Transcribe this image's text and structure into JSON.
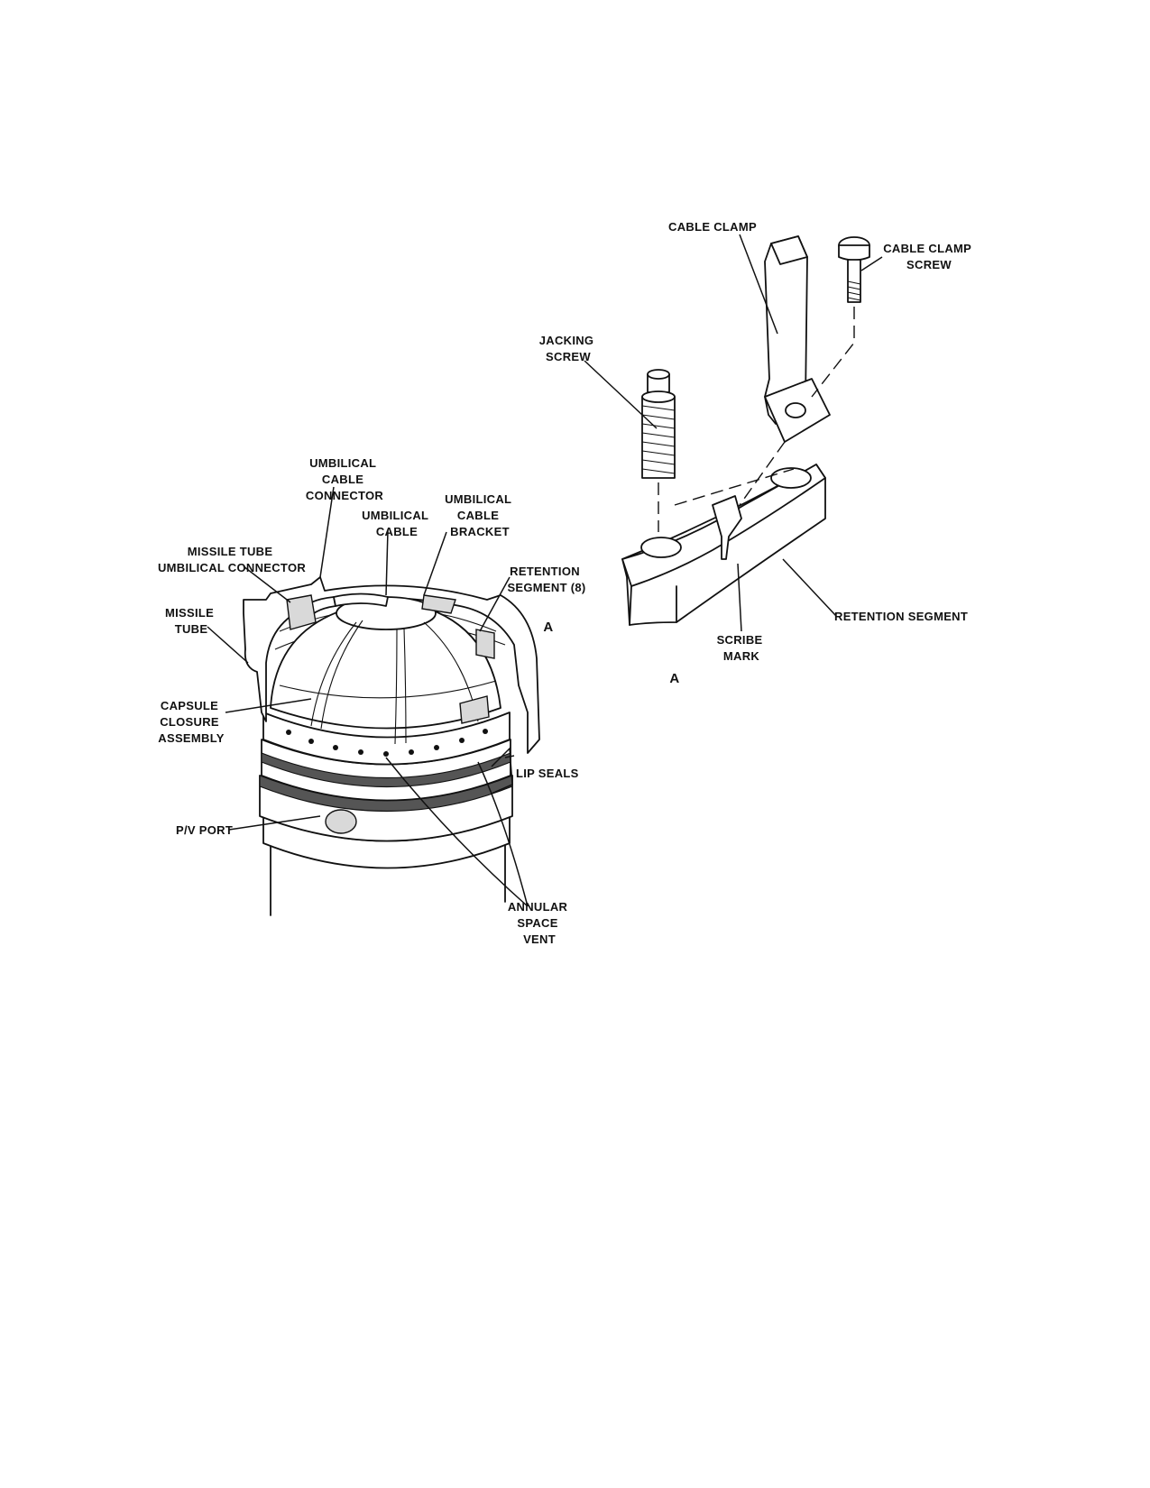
{
  "left_figure": {
    "labels": {
      "umbilical_cable_connector": [
        "UMBILICAL",
        "CABLE",
        "CONNECTOR"
      ],
      "umbilical_cable": [
        "UMBILICAL",
        "CABLE"
      ],
      "umbilical_cable_bracket": [
        "UMBILICAL",
        "CABLE",
        "BRACKET"
      ],
      "missile_tube_umbilical_connector": [
        "MISSILE TUBE",
        "UMBILICAL CONNECTOR"
      ],
      "retention_segment_8": [
        "RETENTION",
        "SEGMENT (8)"
      ],
      "missile_tube": [
        "MISSILE",
        "TUBE"
      ],
      "detail_marker": "A",
      "capsule_closure_assembly": [
        "CAPSULE",
        "CLOSURE",
        "ASSEMBLY"
      ],
      "lip_seals": "LIP SEALS",
      "pv_port": "P/V PORT",
      "annular_space_vent": [
        "ANNULAR",
        "SPACE",
        "VENT"
      ]
    }
  },
  "right_figure": {
    "labels": {
      "cable_clamp": "CABLE CLAMP",
      "cable_clamp_screw": [
        "CABLE CLAMP",
        "SCREW"
      ],
      "jacking_screw": [
        "JACKING",
        "SCREW"
      ],
      "retention_segment": "RETENTION SEGMENT",
      "scribe_mark": [
        "SCRIBE",
        "MARK"
      ],
      "detail_marker": "A"
    }
  }
}
